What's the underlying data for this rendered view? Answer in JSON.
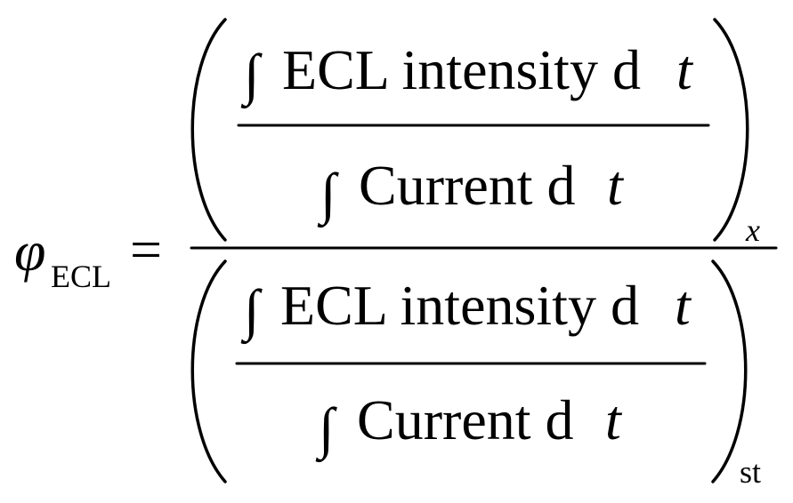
{
  "formula": {
    "lhs": {
      "symbol": "φ",
      "subscript": "ECL"
    },
    "equals": "=",
    "numerator": {
      "top_integral": {
        "symbol": "∫",
        "text": "ECL intensity d",
        "variable": "t"
      },
      "bottom_integral": {
        "symbol": "∫",
        "text": "Current d",
        "variable": "t"
      },
      "subscript": "x"
    },
    "denominator": {
      "top_integral": {
        "symbol": "∫",
        "text": "ECL intensity d",
        "variable": "t"
      },
      "bottom_integral": {
        "symbol": "∫",
        "text": "Current d",
        "variable": "t"
      },
      "subscript": "st"
    }
  },
  "colors": {
    "background": "#ffffff",
    "ink": "#000000"
  }
}
